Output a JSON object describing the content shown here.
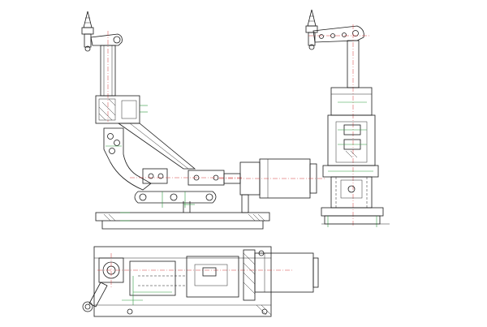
{
  "drawing": {
    "views": [
      "front-elevation",
      "side-elevation",
      "plan-view"
    ]
  },
  "colors": {
    "line": "#1a1a1a",
    "centerline": "#d23b3b",
    "dimension": "#2e9a3e",
    "background": "#ffffff"
  }
}
